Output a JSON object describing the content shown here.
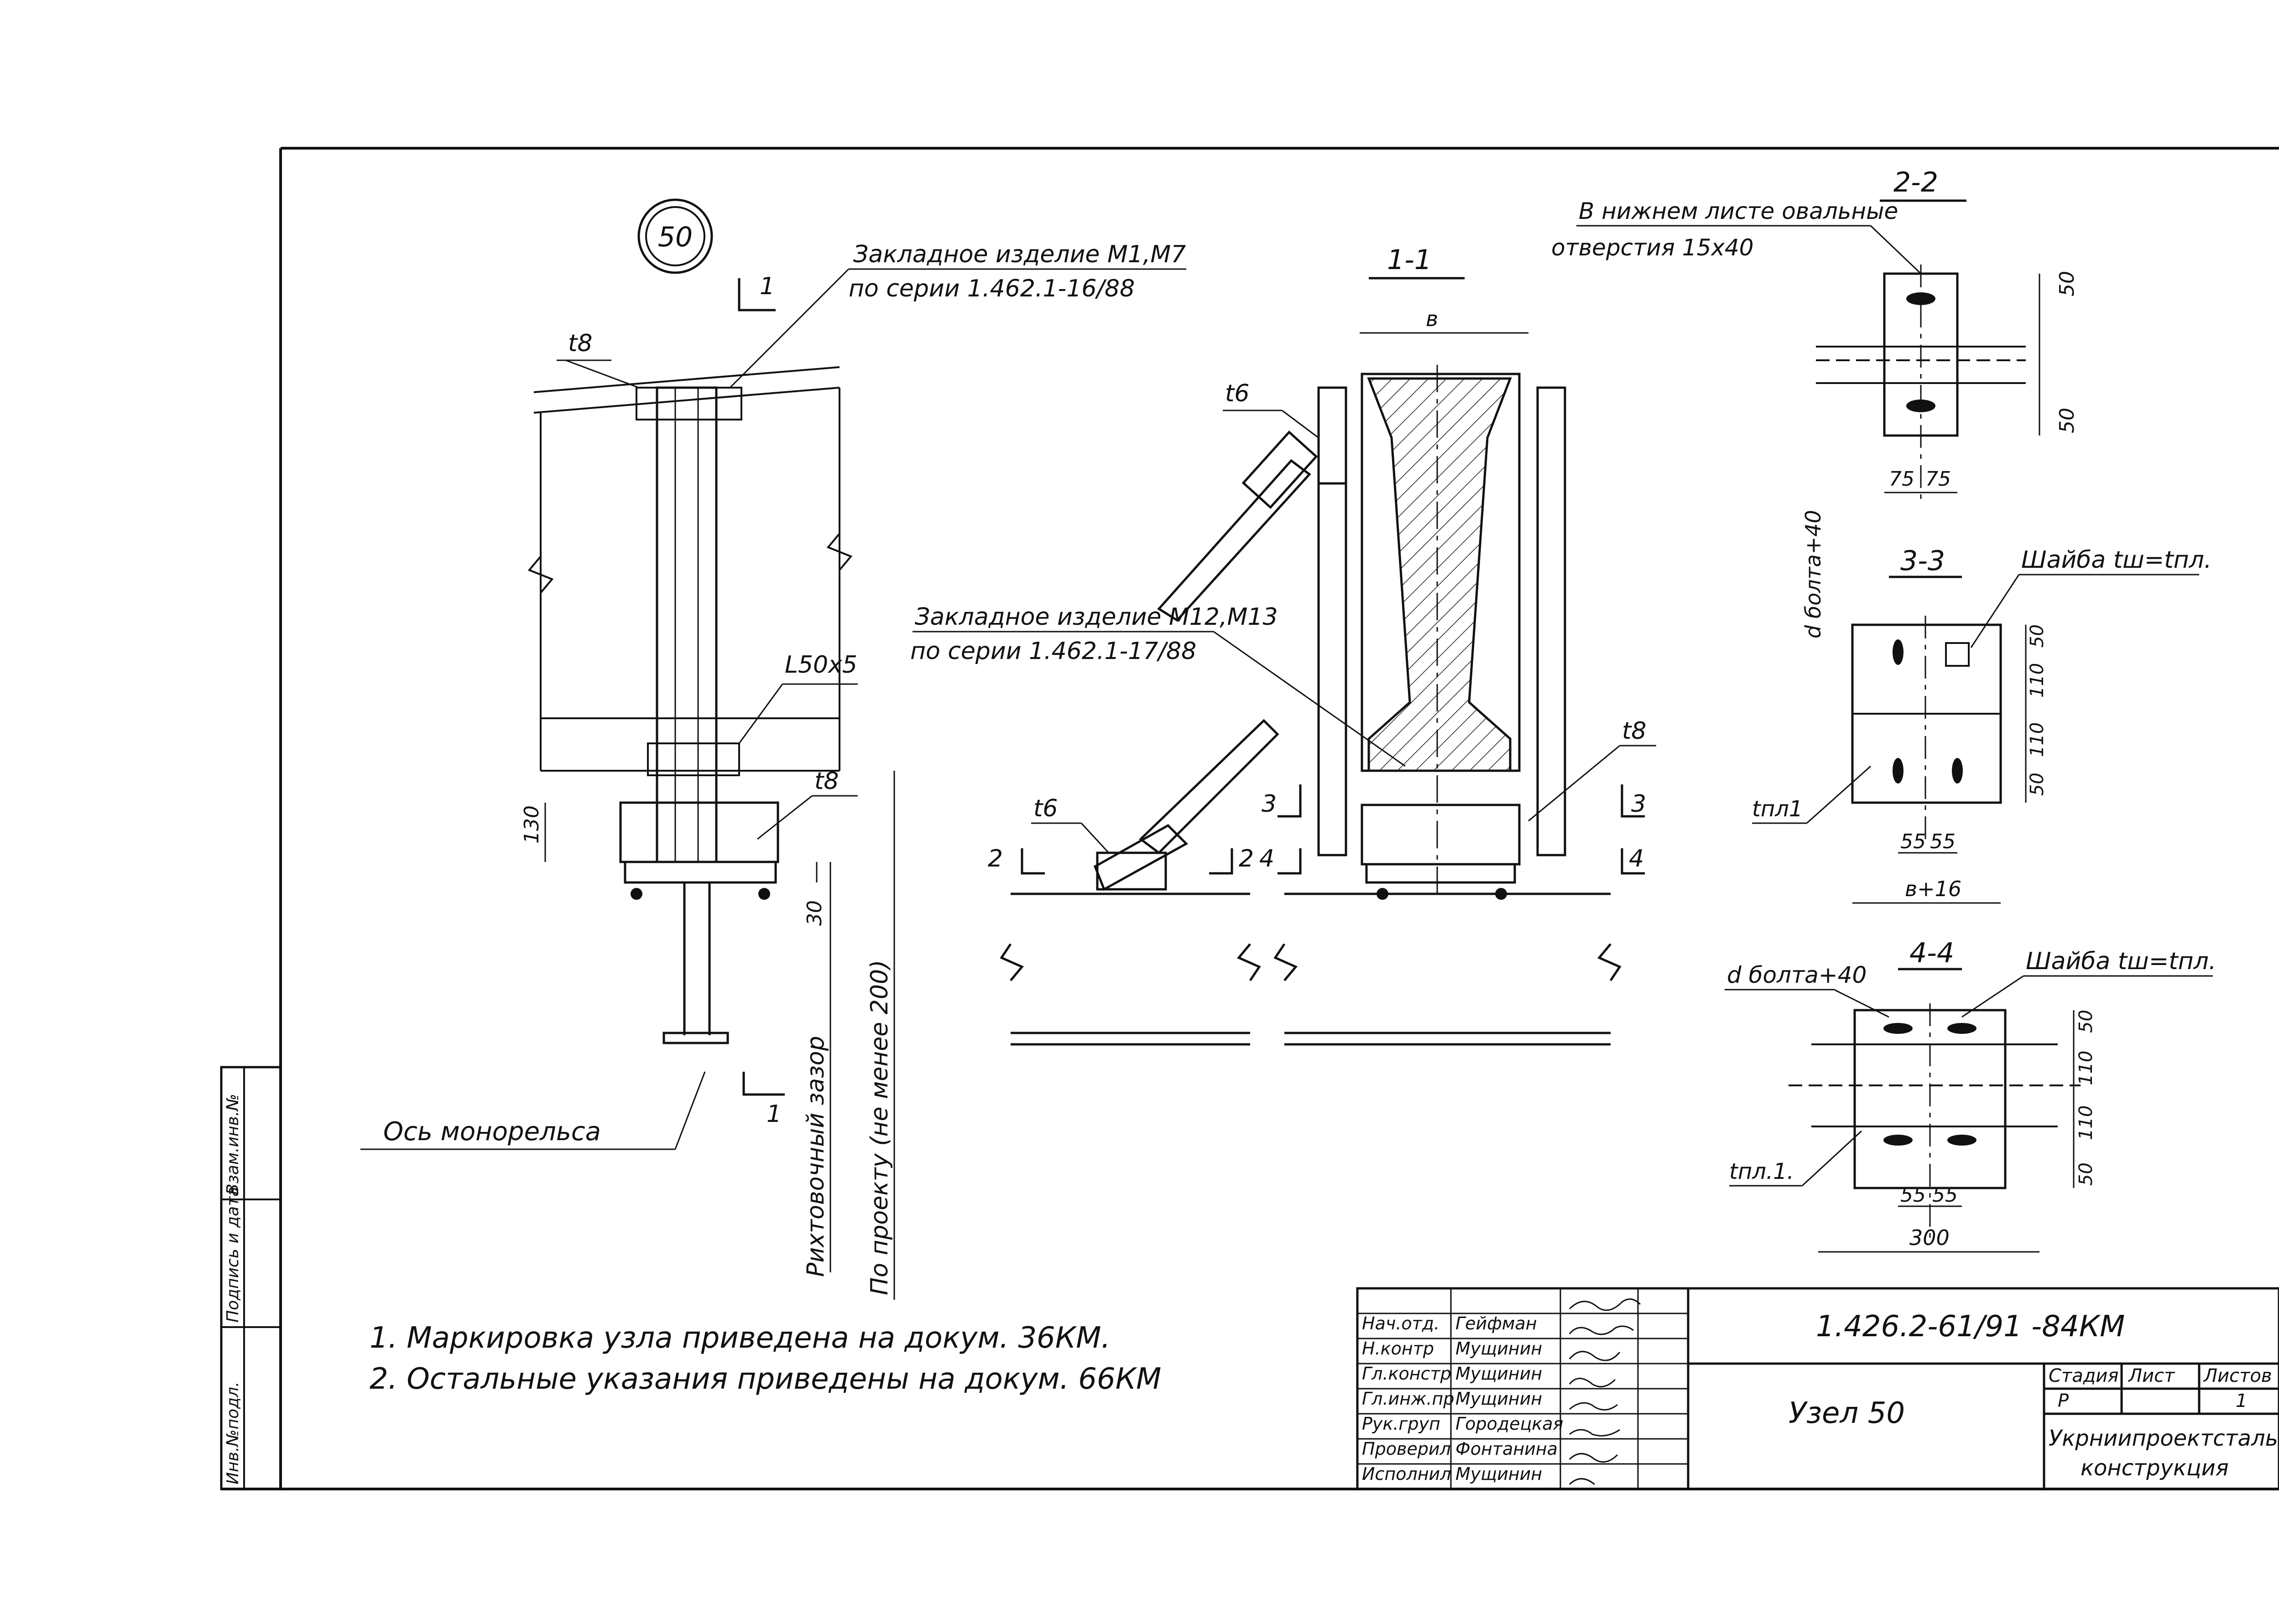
{
  "node_number": "50",
  "main_view": {
    "label_t8_top": "t8",
    "embedded_item_top_line1": "Закладное изделие М1,М7",
    "embedded_item_top_line2": "по серии 1.462.1-16/88",
    "angle_label": "L50x5",
    "label_t8_bottom": "t8",
    "dim_130": "130",
    "dim_30": "30",
    "section_mark": "1",
    "vertical_note_gap": "Рихтовочный зазор",
    "vertical_note_design": "По проекту (не менее 200)",
    "axis_label": "Ось монорельса"
  },
  "section_1_1": {
    "title": "1-1",
    "dim_b": "в",
    "label_t6_top": "t6",
    "label_t6_bottom": "t6",
    "label_t8": "t8",
    "embedded_item_line1": "Закладное изделие М12,М13",
    "embedded_item_line2": "по серии 1.462.1-17/88",
    "cut_2": "2",
    "cut_3": "3",
    "cut_4": "4"
  },
  "section_2_2": {
    "title": "2-2",
    "note_line1": "В нижнем листе овальные",
    "note_line2": "отверстия 15х40",
    "dim_50_top": "50",
    "dim_50_bottom": "50",
    "dim_75_left": "75",
    "dim_75_right": "75"
  },
  "section_3_3": {
    "title": "3-3",
    "bolt_label": "d болта+40",
    "washer_label": "Шайба tш=tпл.",
    "plate_label": "tпл1",
    "dims_right": [
      "50",
      "110",
      "110",
      "50"
    ],
    "dim_55_left": "55",
    "dim_55_right": "55",
    "dim_width": "в+16"
  },
  "section_4_4": {
    "title": "4-4",
    "bolt_label": "d болта+40",
    "washer_label": "Шайба tш=tпл.",
    "plate_label": "tпл.1.",
    "dims_right": [
      "50",
      "110",
      "110",
      "50"
    ],
    "dim_55_left": "55",
    "dim_55_right": "55",
    "dim_width": "300"
  },
  "notes": [
    "1. Маркировка узла приведена на докум. 36КМ.",
    "2. Остальные указания приведены на докум. 66КМ"
  ],
  "side_stamp": [
    "Инв.№подл.",
    "Подпись и дата",
    "Взам.инв.№"
  ],
  "title_block": {
    "doc_code": "1.426.2-61/91 -84КМ",
    "drawing_title": "Узел 50",
    "stage_header": "Стадия",
    "sheet_header": "Лист",
    "sheets_header": "Листов",
    "stage_value": "Р",
    "sheets_value": "1",
    "organization_line1": "Укрниипроектсталь-",
    "organization_line2": "конструкция",
    "signatures": [
      {
        "role": "Нач.отд.",
        "name": "Гейфман"
      },
      {
        "role": "Н.контр",
        "name": "Мущинин"
      },
      {
        "role": "Гл.констр",
        "name": "Мущинин"
      },
      {
        "role": "Гл.инж.пр",
        "name": "Мущинин"
      },
      {
        "role": "Рук.груп",
        "name": "Городецкая"
      },
      {
        "role": "Проверил",
        "name": "Фонтанина"
      },
      {
        "role": "Исполнил",
        "name": "Мущинин"
      }
    ]
  }
}
